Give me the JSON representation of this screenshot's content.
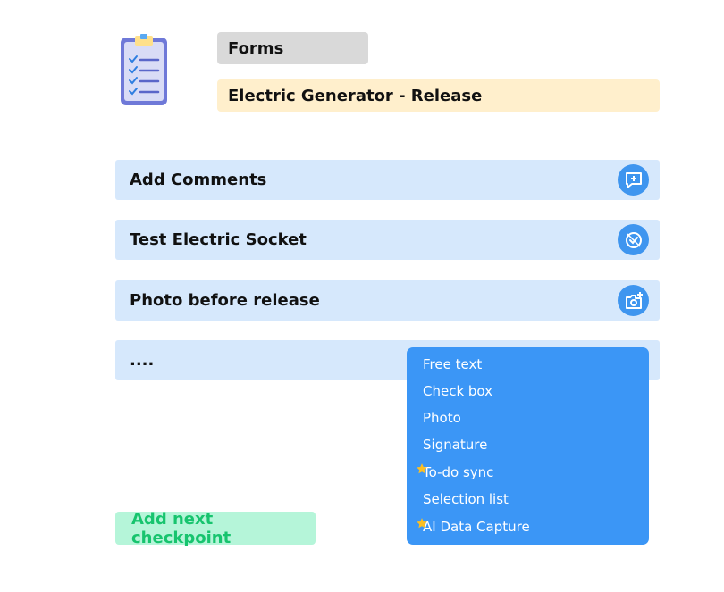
{
  "header": {
    "logo_icon": "clipboard-checklist-icon",
    "title": "Forms",
    "subtitle": "Electric Generator - Release"
  },
  "checkpoints": [
    {
      "label": "Add Comments",
      "icon": "add-comment-icon"
    },
    {
      "label": "Test Electric Socket",
      "icon": "check-sync-icon"
    },
    {
      "label": "Photo before release",
      "icon": "add-photo-icon"
    },
    {
      "label": "...."
    }
  ],
  "type_menu": {
    "items": [
      {
        "label": "Free text",
        "starred": false
      },
      {
        "label": "Check box",
        "starred": false
      },
      {
        "label": "Photo",
        "starred": false
      },
      {
        "label": "Signature",
        "starred": false
      },
      {
        "label": "To-do sync",
        "starred": true
      },
      {
        "label": "Selection list",
        "starred": false
      },
      {
        "label": "AI Data Capture",
        "starred": true
      }
    ],
    "star_icon": "star-icon",
    "background": "#3b96f6"
  },
  "add_next_label": "Add next checkpoint",
  "colors": {
    "row_bg": "#d6e8fc",
    "accent": "#3e95ef",
    "subtitle_bg": "#ffefcc",
    "add_next_bg": "#b5f5d9",
    "add_next_text": "#17c46e",
    "star": "#fbbf24"
  }
}
